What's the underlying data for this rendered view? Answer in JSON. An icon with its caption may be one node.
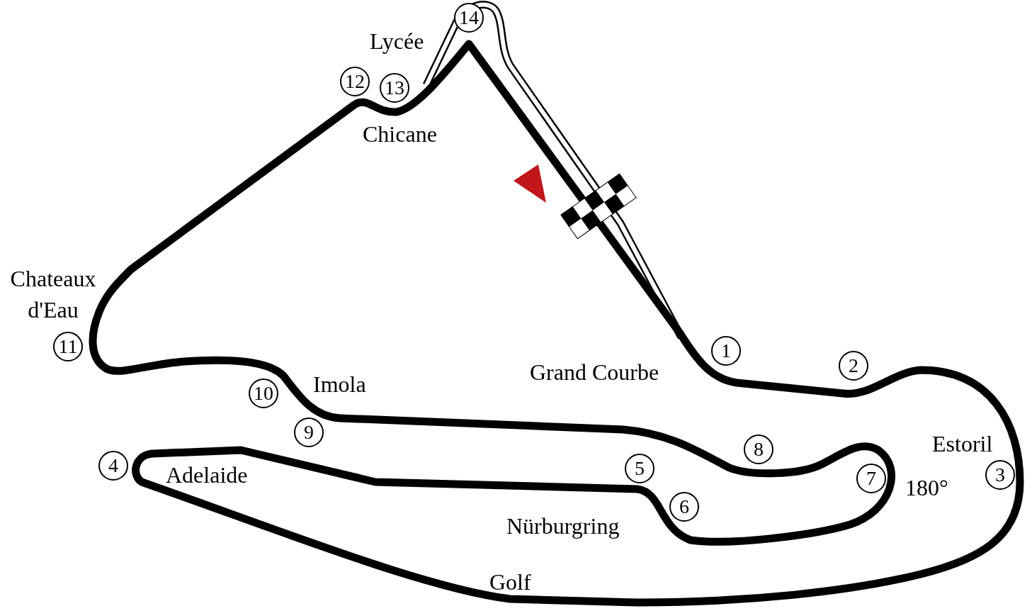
{
  "diagram": {
    "nodes": [
      {
        "text": [
          "1"
        ]
      },
      {
        "text": [
          "2"
        ]
      },
      {
        "text": [
          "3"
        ]
      },
      {
        "text": [
          "4"
        ]
      },
      {
        "text": [
          "5"
        ]
      },
      {
        "text": [
          "6"
        ]
      },
      {
        "text": [
          "7"
        ]
      },
      {
        "text": [
          "8"
        ]
      },
      {
        "text": [
          "9"
        ]
      },
      {
        "text": [
          "10"
        ]
      },
      {
        "text": [
          "11"
        ]
      },
      {
        "text": [
          "12"
        ]
      },
      {
        "text": [
          "13"
        ]
      },
      {
        "text": [
          "14"
        ]
      }
    ],
    "labels": [
      "Lycée",
      "Chicane",
      "Chateaux d'Eau",
      "Imola",
      "Grand Courbe",
      "Estoril",
      "180°",
      "Adelaide",
      "Nürburgring",
      "Golf"
    ]
  }
}
